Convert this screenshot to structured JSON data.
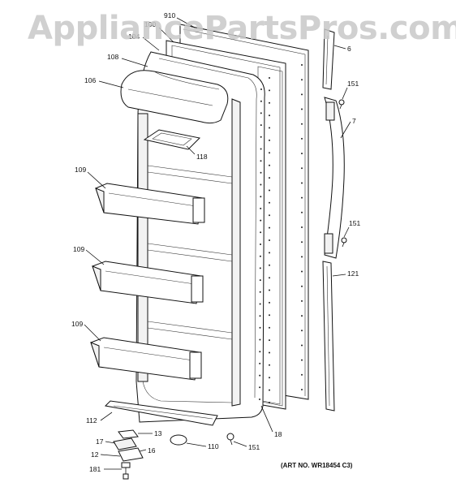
{
  "watermark": "AppliancePartsPros.com",
  "art_number": "(ART NO. WR18454 C3)",
  "callouts": [
    {
      "id": "910",
      "label": "910"
    },
    {
      "id": "100",
      "label": "100"
    },
    {
      "id": "104",
      "label": "104"
    },
    {
      "id": "108",
      "label": "108"
    },
    {
      "id": "106",
      "label": "106"
    },
    {
      "id": "6",
      "label": "6"
    },
    {
      "id": "151a",
      "label": "151"
    },
    {
      "id": "7",
      "label": "7"
    },
    {
      "id": "118",
      "label": "118"
    },
    {
      "id": "109a",
      "label": "109"
    },
    {
      "id": "151b",
      "label": "151"
    },
    {
      "id": "109b",
      "label": "109"
    },
    {
      "id": "121",
      "label": "121"
    },
    {
      "id": "109c",
      "label": "109"
    },
    {
      "id": "112",
      "label": "112"
    },
    {
      "id": "13",
      "label": "13"
    },
    {
      "id": "17",
      "label": "17"
    },
    {
      "id": "16",
      "label": "16"
    },
    {
      "id": "12",
      "label": "12"
    },
    {
      "id": "181",
      "label": "181"
    },
    {
      "id": "110",
      "label": "110"
    },
    {
      "id": "151c",
      "label": "151"
    },
    {
      "id": "18",
      "label": "18"
    }
  ]
}
